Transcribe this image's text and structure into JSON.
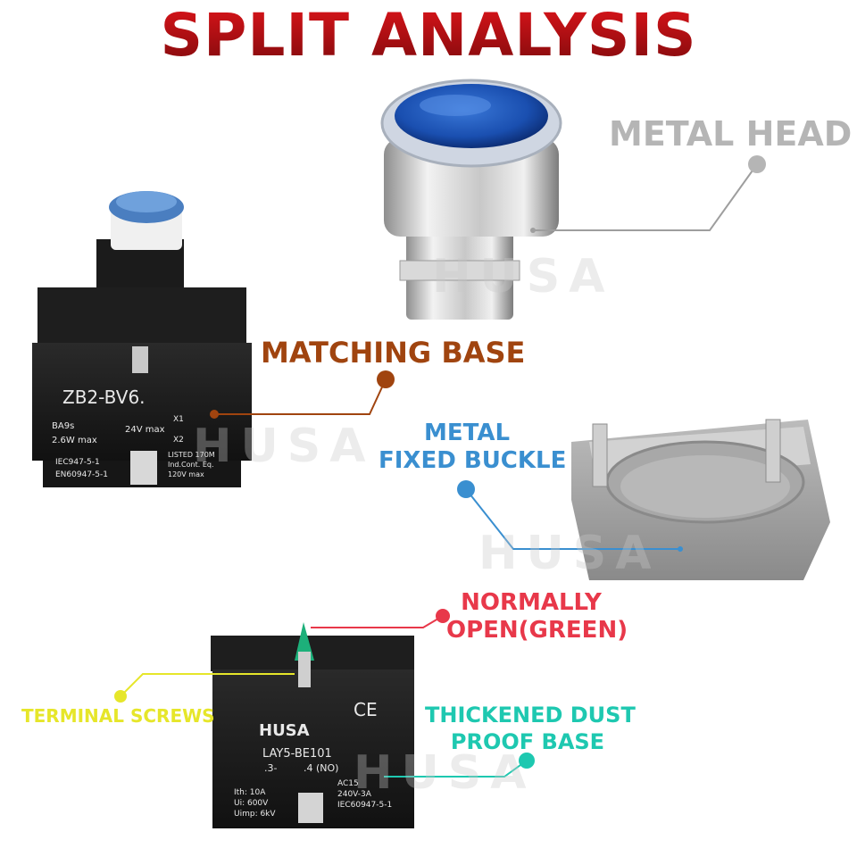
{
  "title": "SPLIT ANALYSIS",
  "labels": {
    "metal_head": "METAL HEAD",
    "matching_base": "MATCHING BASE",
    "metal_fixed_buckle_1": "METAL",
    "metal_fixed_buckle_2": "FIXED BUCKLE",
    "normally_open_1": "NORMALLY",
    "normally_open_2": "OPEN(GREEN)",
    "terminal_screws": "TERMINAL SCREWS",
    "dust_proof_1": "THICKENED DUST",
    "dust_proof_2": "PROOF BASE"
  },
  "colors": {
    "title": "#c01418",
    "metal_head": "#b5b5b5",
    "matching_base": "#a0440f",
    "metal_fixed_buckle": "#3a8fd0",
    "normally_open": "#e8384a",
    "terminal_screws": "#e6e62a",
    "dust_proof": "#1ec8b0"
  },
  "watermark": "HUSA",
  "base_module": {
    "model": "ZB2-BV6.",
    "lamp": "BA9s",
    "power": "2.6W max",
    "voltage": "24V max",
    "x1": "X1",
    "x2": "X2",
    "std1": "IEC947-5-1",
    "std2": "EN60947-5-1",
    "listed1": "LISTED 170M",
    "listed2": "Ind.Cont. Eq.",
    "listed3": "120V  max"
  },
  "contact_block": {
    "brand": "HUSA",
    "ce": "CE",
    "model": "LAY5-BE101",
    "contacts": ".3-",
    "contacts2": ".4 (NO)",
    "ith": "Ith: 10A",
    "ui": "Ui: 600V",
    "uimp": "Uimp: 6kV",
    "ac": "AC15",
    "rating": "240V-3A",
    "std": "IEC60947-5-1"
  }
}
